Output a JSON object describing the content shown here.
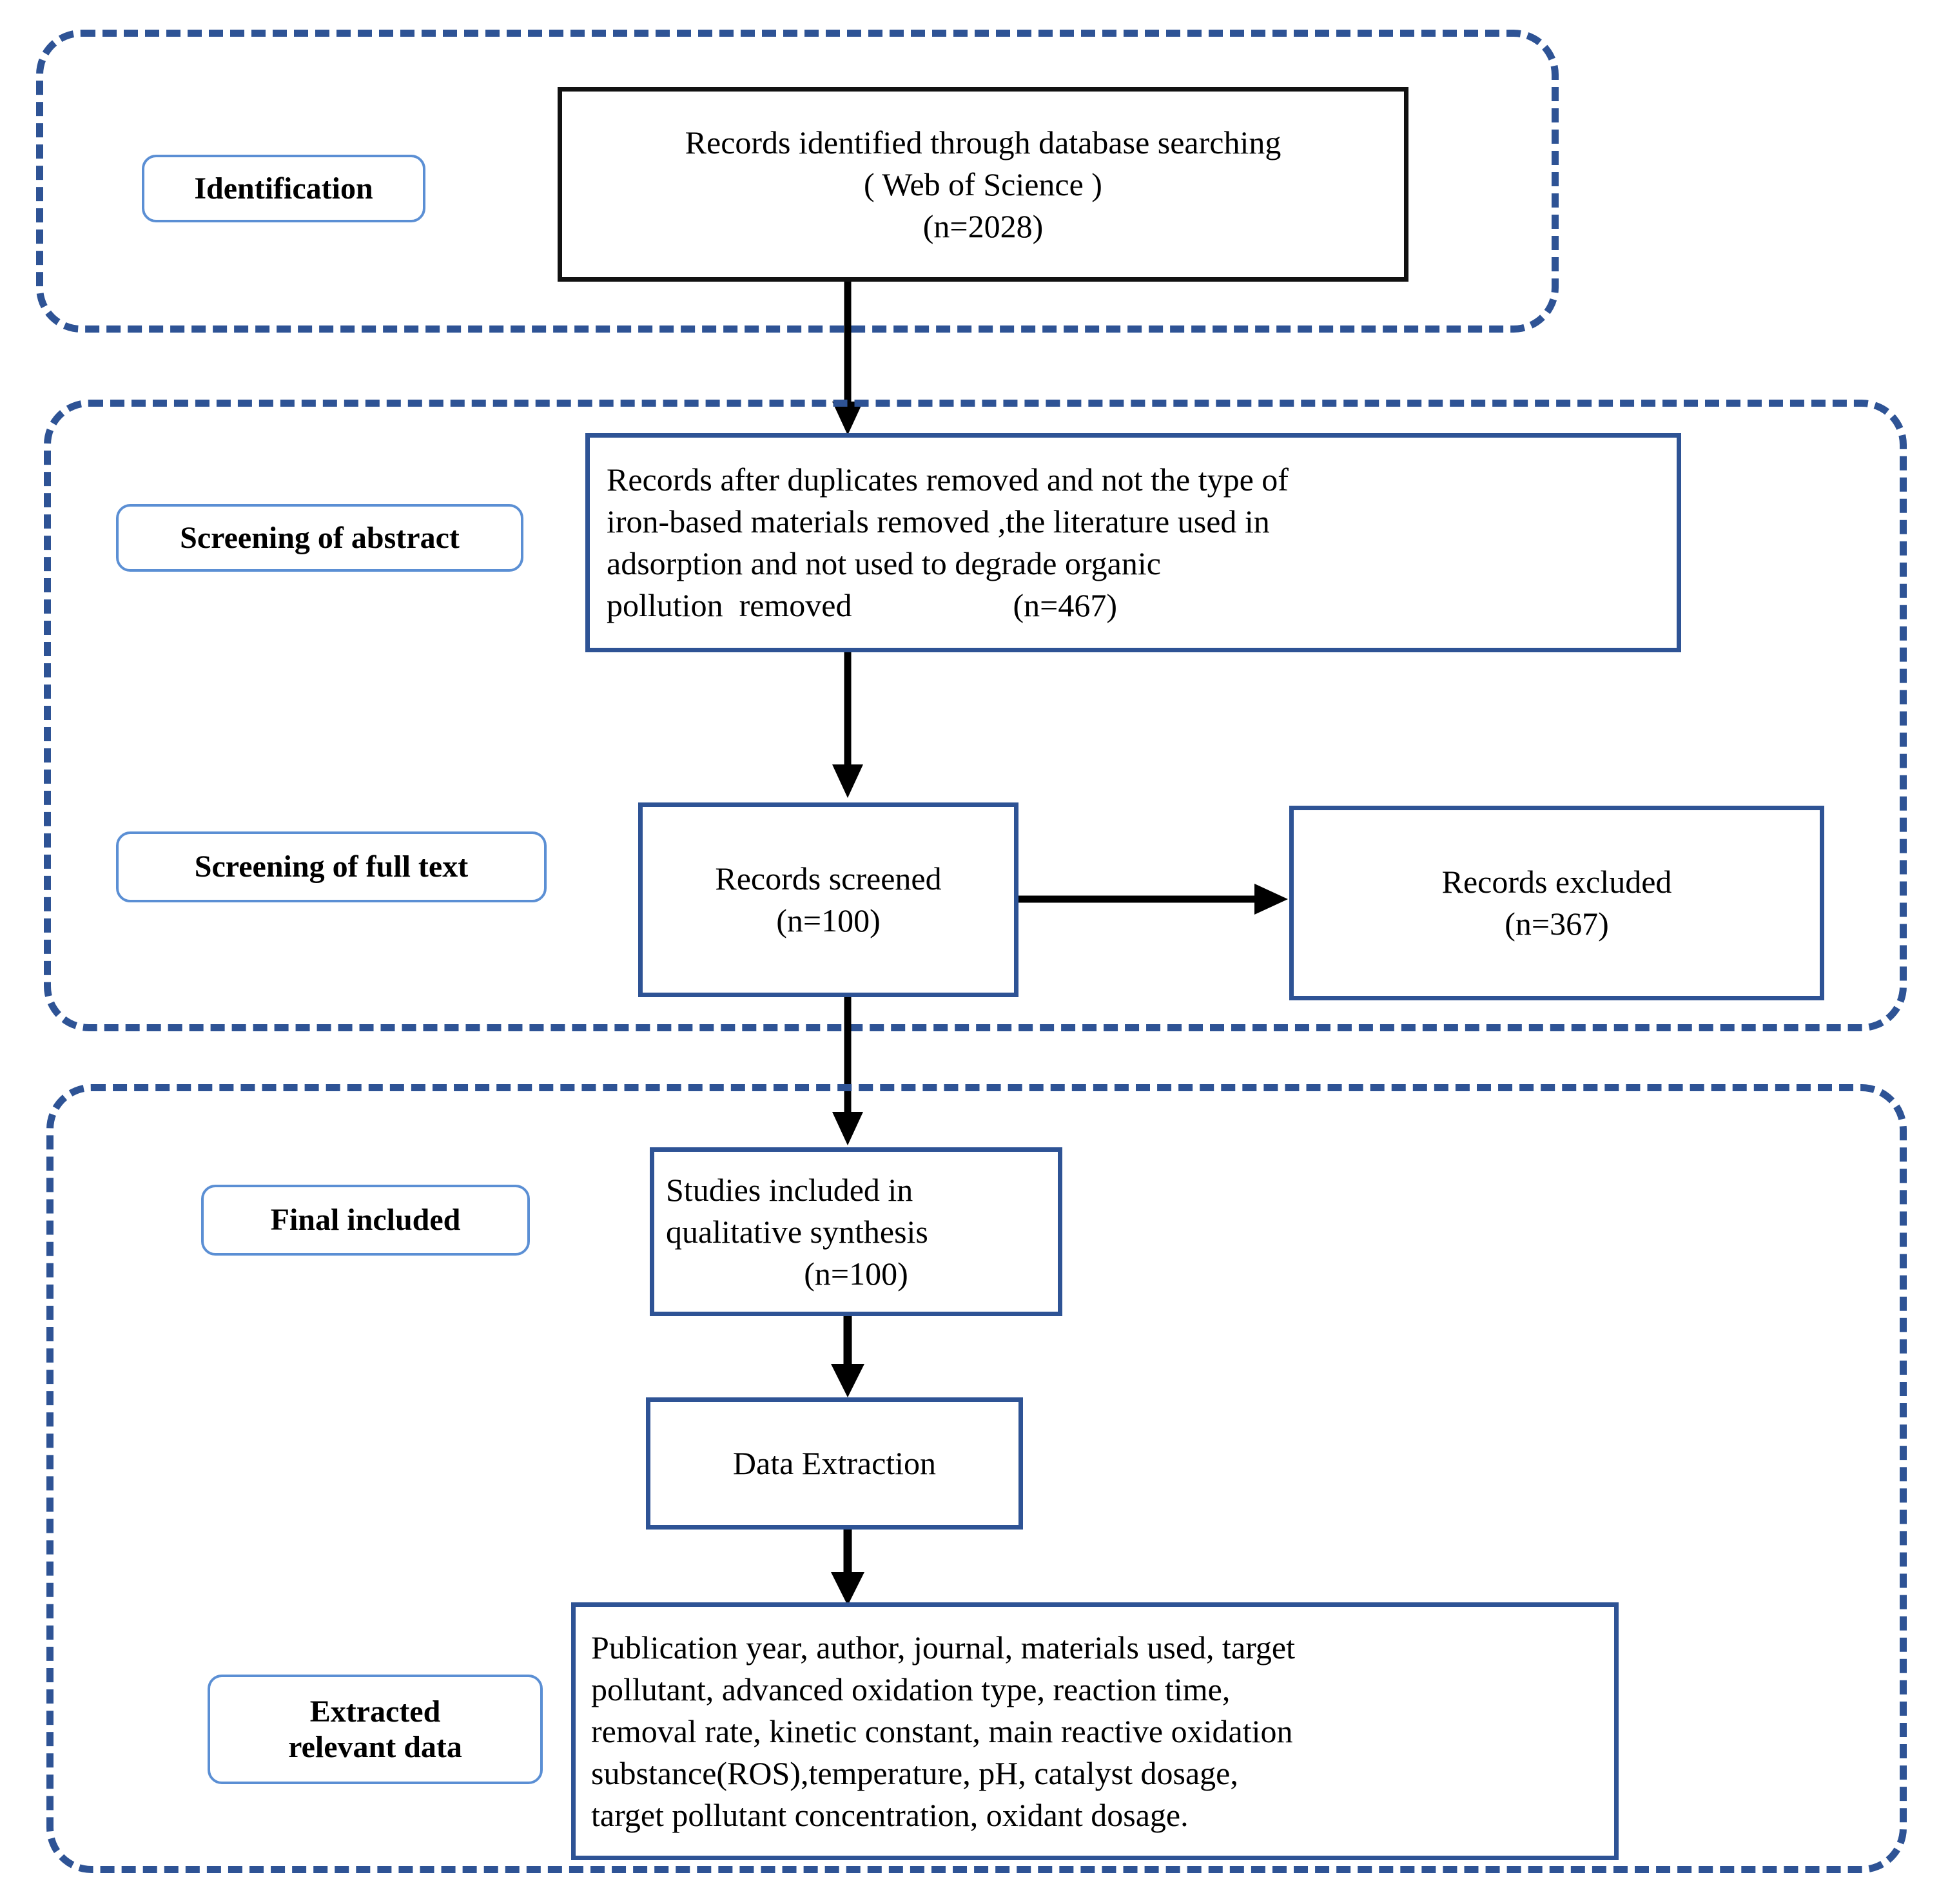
{
  "diagram": {
    "title": "PRISMA literature selection flow diagram",
    "colors": {
      "dashed_container_border": "#2E5395",
      "stage_label_border": "#5B8FD4",
      "box_border_blue": "#2E5395",
      "box_border_black": "#111111",
      "text": "#000000",
      "background": "#FFFFFF"
    }
  },
  "stages": [
    {
      "id": "identification",
      "label": "Identification"
    },
    {
      "id": "screening-abstract",
      "label": "Screening of abstract"
    },
    {
      "id": "screening-fulltext",
      "label": "Screening of full text"
    },
    {
      "id": "final-included",
      "label": "Final included"
    },
    {
      "id": "extracted-relevant-data",
      "label": "Extracted\nrelevant data"
    }
  ],
  "boxes": {
    "records_identified": {
      "lines": [
        "Records identified through database searching",
        "( Web of Science )",
        "(n=2028)"
      ],
      "count_label": "(n=2028)",
      "count": 2028,
      "align": "center",
      "border": "black"
    },
    "records_after_duplicates": {
      "lines": [
        "Records after duplicates removed and not the type of",
        "iron-based materials removed ,the literature used in",
        "adsorption and not used to degrade organic",
        "pollution  removed                    (n=467)"
      ],
      "count_label": "(n=467)",
      "count": 467,
      "align": "left",
      "border": "blue"
    },
    "records_screened": {
      "lines": [
        "Records screened",
        "(n=100)"
      ],
      "count_label": "(n=100)",
      "count": 100,
      "align": "center",
      "border": "blue"
    },
    "records_excluded": {
      "lines": [
        "Records excluded",
        "(n=367)"
      ],
      "count_label": "(n=367)",
      "count": 367,
      "align": "center",
      "border": "blue"
    },
    "studies_included": {
      "lines": [
        "Studies included in",
        "qualitative synthesis",
        "(n=100)"
      ],
      "count_label": "(n=100)",
      "count": 100,
      "align": "left",
      "border": "blue"
    },
    "data_extraction": {
      "lines": [
        "Data Extraction"
      ],
      "align": "center",
      "border": "blue"
    },
    "extracted_fields": {
      "lines": [
        "Publication year, author, journal, materials used, target",
        "pollutant, advanced oxidation type, reaction time,",
        "removal rate, kinetic constant, main reactive oxidation",
        "substance(ROS),temperature, pH, catalyst dosage,",
        "target pollutant concentration, oxidant dosage."
      ],
      "align": "left",
      "border": "blue"
    }
  },
  "arrows": [
    {
      "id": "arrow-identified-to-dedup",
      "direction": "down",
      "from": "records_identified",
      "to": "records_after_duplicates"
    },
    {
      "id": "arrow-dedup-to-screened",
      "direction": "down",
      "from": "records_after_duplicates",
      "to": "records_screened"
    },
    {
      "id": "arrow-screened-to-excluded",
      "direction": "right",
      "from": "records_screened",
      "to": "records_excluded"
    },
    {
      "id": "arrow-screened-to-included",
      "direction": "down",
      "from": "records_screened",
      "to": "studies_included"
    },
    {
      "id": "arrow-included-to-extraction",
      "direction": "down",
      "from": "studies_included",
      "to": "data_extraction"
    },
    {
      "id": "arrow-extraction-to-fields",
      "direction": "down",
      "from": "data_extraction",
      "to": "extracted_fields"
    }
  ]
}
